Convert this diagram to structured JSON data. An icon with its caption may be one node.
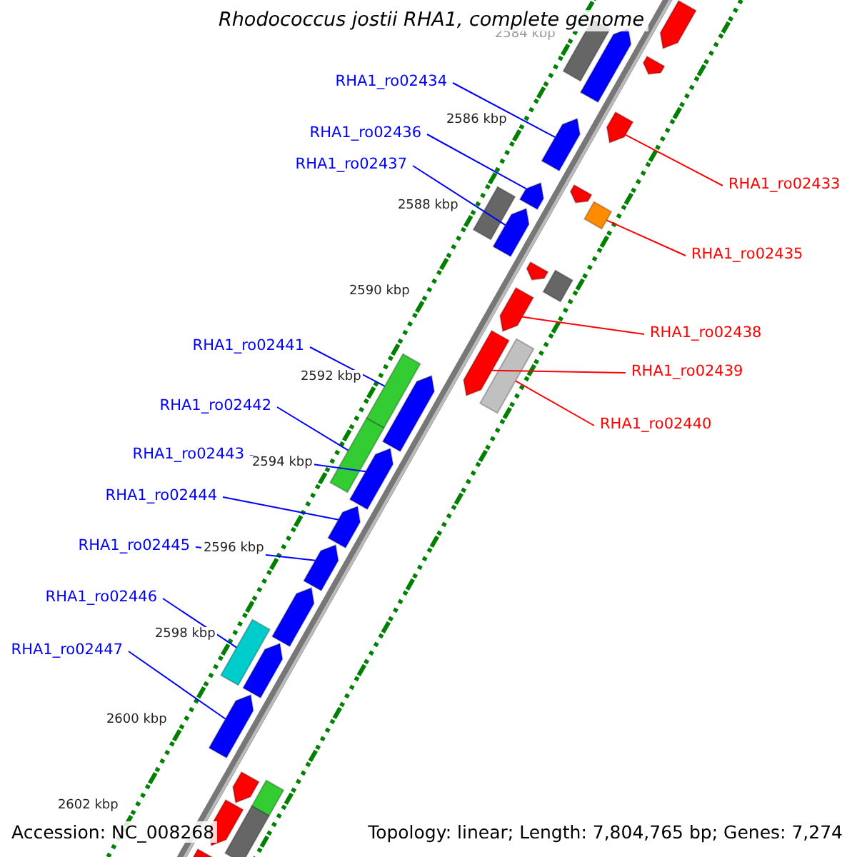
{
  "diagram": {
    "title": "Rhodococcus jostii RHA1, complete genome",
    "nodes": [
      {
        "text": [
          "RHA1_ro02434"
        ]
      },
      {
        "text": [
          "RHA1_ro02436"
        ]
      },
      {
        "text": [
          "RHA1_ro02437"
        ]
      },
      {
        "text": [
          "RHA1_ro02433"
        ]
      },
      {
        "text": [
          "RHA1_ro02435"
        ]
      },
      {
        "text": [
          "RHA1_ro02438"
        ]
      },
      {
        "text": [
          "RHA1_ro02441"
        ]
      },
      {
        "text": [
          "RHA1_ro02439"
        ]
      },
      {
        "text": [
          "RHA1_ro02442"
        ]
      },
      {
        "text": [
          "RHA1_ro02440"
        ]
      },
      {
        "text": [
          "RHA1_ro02443"
        ]
      },
      {
        "text": [
          "RHA1_ro02444"
        ]
      },
      {
        "text": [
          "RHA1_ro02445"
        ]
      },
      {
        "text": [
          "RHA1_ro02446"
        ]
      },
      {
        "text": [
          "RHA1_ro02447"
        ]
      },
      {
        "text": [],
        "shape": "bar"
      },
      {
        "text": [],
        "shape": "bar"
      },
      {
        "text": [],
        "shape": "bar"
      },
      {
        "text": [],
        "shape": "bar"
      },
      {
        "text": [],
        "shape": "bar"
      },
      {
        "text": [],
        "shape": "bar"
      },
      {
        "text": [],
        "shape": "bar"
      },
      {
        "text": [],
        "shape": "bar"
      },
      {
        "text": [],
        "shape": "bar"
      },
      {
        "text": [],
        "shape": "bar"
      },
      {
        "text": [],
        "shape": "bar"
      },
      {
        "text": [],
        "shape": "bar"
      },
      {
        "text": [],
        "shape": "bar"
      },
      {
        "text": [],
        "shape": "bar"
      },
      {
        "text": [],
        "shape": "bar"
      },
      {
        "text": [],
        "shape": "bar"
      },
      {
        "text": [],
        "shape": "bar"
      },
      {
        "text": [],
        "shape": "bar"
      },
      {
        "text": [],
        "shape": "bar"
      },
      {
        "text": [],
        "shape": "bar"
      },
      {
        "text": [],
        "shape": "bar"
      },
      {
        "text": [],
        "shape": "bar"
      },
      {
        "text": [],
        "shape": "bar"
      },
      {
        "text": [],
        "shape": "bar"
      },
      {
        "text": [],
        "shape": "bar"
      },
      {
        "text": [],
        "shape": "bar"
      },
      {
        "text": [],
        "shape": "bar"
      },
      {
        "text": [],
        "shape": "bar"
      },
      {
        "text": [],
        "shape": "bar"
      },
      {
        "text": [],
        "shape": "bar"
      },
      {
        "text": [],
        "shape": "bar"
      }
    ],
    "edges": [
      {
        "from": 0,
        "to": 20,
        "arrow": "none"
      },
      {
        "from": 1,
        "to": 21,
        "arrow": "none"
      },
      {
        "from": 2,
        "to": 25,
        "arrow": "none"
      },
      {
        "from": 3,
        "to": 19,
        "arrow": "none",
        "color": "#ff0000"
      },
      {
        "from": 4,
        "to": 23,
        "arrow": "none",
        "color": "#ff0000"
      },
      {
        "from": 5,
        "to": 28,
        "arrow": "none",
        "color": "#ff0000"
      },
      {
        "from": 6,
        "to": 31,
        "arrow": "none"
      },
      {
        "from": 7,
        "to": 29,
        "arrow": "none",
        "color": "#ff0000"
      },
      {
        "from": 8,
        "to": 33,
        "arrow": "none"
      },
      {
        "from": 9,
        "to": 30,
        "arrow": "none",
        "color": "#ff0000"
      },
      {
        "from": 10,
        "to": 34,
        "arrow": "none"
      },
      {
        "from": 11,
        "to": 35,
        "arrow": "none"
      },
      {
        "from": 12,
        "to": 36,
        "arrow": "none"
      },
      {
        "from": 13,
        "to": 38,
        "arrow": "none"
      },
      {
        "from": 14,
        "to": 40,
        "arrow": "none"
      }
    ],
    "labels": [
      "2584 kbp",
      "2586 kbp",
      "2588 kbp",
      "2590 kbp",
      "2592 kbp",
      "2594 kbp",
      "2596 kbp",
      "2598 kbp",
      "2600 kbp",
      "2602 kbp",
      "Accession: NC_008268",
      "Topology: linear; Length: 7,804,765 bp; Genes: 7,274"
    ]
  }
}
